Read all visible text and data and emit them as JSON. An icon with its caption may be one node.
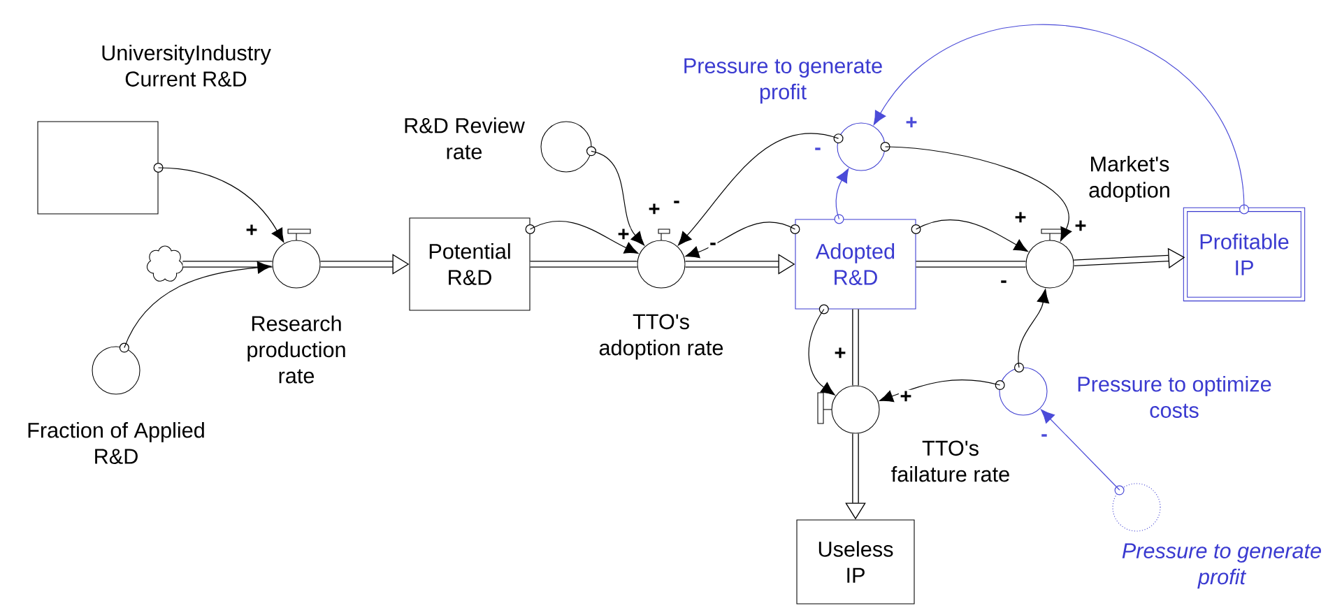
{
  "diagram": {
    "nodes": [
      {
        "text": [
          "UniversityIndustry Current R&D"
        ]
      },
      {
        "text": [],
        "shape": "cloud"
      },
      {
        "text": [
          "Research production rate"
        ]
      },
      {
        "text": [
          "Fraction of Applied R&D"
        ]
      },
      {
        "text": [
          "Potential R&D"
        ]
      },
      {
        "text": [
          "R&D Review rate"
        ]
      },
      {
        "text": [
          "TTO's adoption rate"
        ]
      },
      {
        "text": [
          "Pressure to generate profit"
        ]
      },
      {
        "text": [
          "Adopted R&D"
        ]
      },
      {
        "text": [
          "Market's adoption"
        ]
      },
      {
        "text": [
          "Profitable IP"
        ]
      },
      {
        "text": [
          "TTO's failature rate"
        ]
      },
      {
        "text": [
          "Pressure to optimize costs"
        ]
      },
      {
        "text": [
          "Useless IP"
        ]
      },
      {
        "text": [
          "Pressure to generate profit"
        ]
      }
    ],
    "edges": [
      {
        "from": 1,
        "to": 2,
        "arrow": "none",
        "style": "thick"
      },
      {
        "from": 2,
        "to": 4,
        "arrow": "to",
        "style": "thick"
      },
      {
        "from": 4,
        "to": 6,
        "arrow": "none",
        "style": "thick"
      },
      {
        "from": 6,
        "to": 8,
        "arrow": "to",
        "style": "thick"
      },
      {
        "from": 8,
        "to": 9,
        "arrow": "none",
        "style": "thick"
      },
      {
        "from": 9,
        "to": 10,
        "arrow": "to",
        "style": "thick"
      },
      {
        "from": 8,
        "to": 11,
        "arrow": "none",
        "style": "thick"
      },
      {
        "from": 11,
        "to": 13,
        "arrow": "to",
        "style": "thick"
      },
      {
        "from": 0,
        "to": 2,
        "arrow": "to",
        "label": "+"
      },
      {
        "from": 3,
        "to": 2,
        "arrow": "to"
      },
      {
        "from": 4,
        "to": 6,
        "arrow": "to",
        "label": "+"
      },
      {
        "from": 5,
        "to": 6,
        "arrow": "to",
        "label": "+"
      },
      {
        "from": 7,
        "to": 6,
        "arrow": "to",
        "label": "-"
      },
      {
        "from": 8,
        "to": 6,
        "arrow": "to",
        "label": "-"
      },
      {
        "from": 8,
        "to": 7,
        "arrow": "to",
        "label": "-",
        "color": "#4b4bd8"
      },
      {
        "from": 10,
        "to": 7,
        "arrow": "to",
        "label": "+",
        "color": "#4b4bd8"
      },
      {
        "from": 7,
        "to": 9,
        "arrow": "to",
        "label": "+"
      },
      {
        "from": 8,
        "to": 9,
        "arrow": "to",
        "label": "+"
      },
      {
        "from": 12,
        "to": 9,
        "arrow": "to",
        "label": "-"
      },
      {
        "from": 12,
        "to": 11,
        "arrow": "to",
        "label": "+"
      },
      {
        "from": 8,
        "to": 11,
        "arrow": "to",
        "label": "+"
      },
      {
        "from": 14,
        "to": 12,
        "arrow": "to",
        "label": "-",
        "color": "#4b4bd8"
      }
    ]
  }
}
